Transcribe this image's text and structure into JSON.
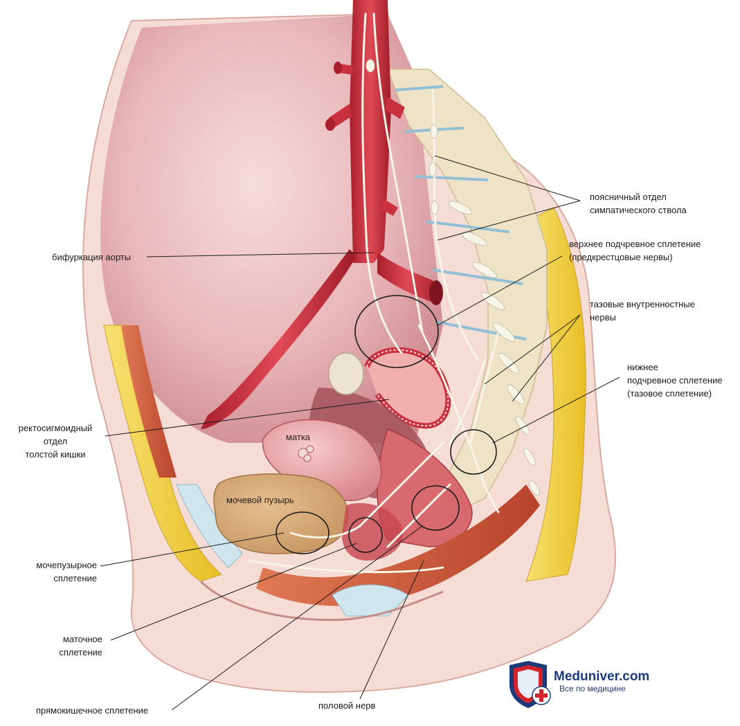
{
  "labels": {
    "lumbar_trunk": [
      "поясничный отдел",
      "симпатического ствола"
    ],
    "superior_hypogastric": [
      "верхнее подчревное сплетение",
      "(предкрестцовые нервы)"
    ],
    "pelvic_splanchnic": [
      "тазовые внутренностные",
      "нервы"
    ],
    "inferior_hypogastric": [
      "нижнее",
      "подчревное сплетение",
      "(тазовое сплетение)"
    ],
    "aortic_bifurcation": "бифуркация аорты",
    "rectosigmoid": [
      "ректосигмоидный",
      "отдел",
      "толстой кишки"
    ],
    "vesical_plexus": [
      "мочепузырное",
      "сплетение"
    ],
    "uterine_plexus": [
      "маточное",
      "сплетение"
    ],
    "rectal_plexus": "прямокишечное сплетение",
    "pudendal_nerve": "половой нерв",
    "uterus": "матка",
    "bladder": "мочевой пузырь"
  },
  "logo": {
    "name": "Meduniver.com",
    "tagline": "Все по медицине"
  },
  "colors": {
    "aorta": "#c8313d",
    "nerve": "#f4f1e4",
    "fat": "#f2cf3a",
    "bone": "#efe3c7",
    "tissue": "#e7b3b5",
    "skin": "#f4d8d2",
    "muscle": "#cf5b3c",
    "logo_blue": "#1b3a7a",
    "logo_red": "#d4232b"
  }
}
